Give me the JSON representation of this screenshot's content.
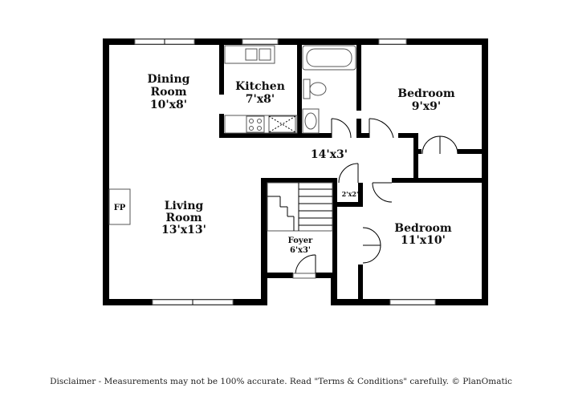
{
  "rooms": {
    "dining": {
      "name": "Dining",
      "name2": "Room",
      "size": "10'x8'"
    },
    "kitchen": {
      "name": "Kitchen",
      "size": "7'x8'"
    },
    "bedroom1": {
      "name": "Bedroom",
      "size": "9'x9'"
    },
    "hall": {
      "size": "14'x3'"
    },
    "closet": {
      "size": "2'x2'"
    },
    "living": {
      "name": "Living",
      "name2": "Room",
      "size": "13'x13'"
    },
    "bedroom2": {
      "name": "Bedroom",
      "size": "11'x10'"
    },
    "foyer": {
      "name": "Foyer",
      "size": "6'x3'"
    }
  },
  "fireplace_label": "FP",
  "disclaimer": "Disclaimer - Measurements may not be 100% accurate. Read \"Terms & Conditions\" carefully. © PlanOmatic"
}
